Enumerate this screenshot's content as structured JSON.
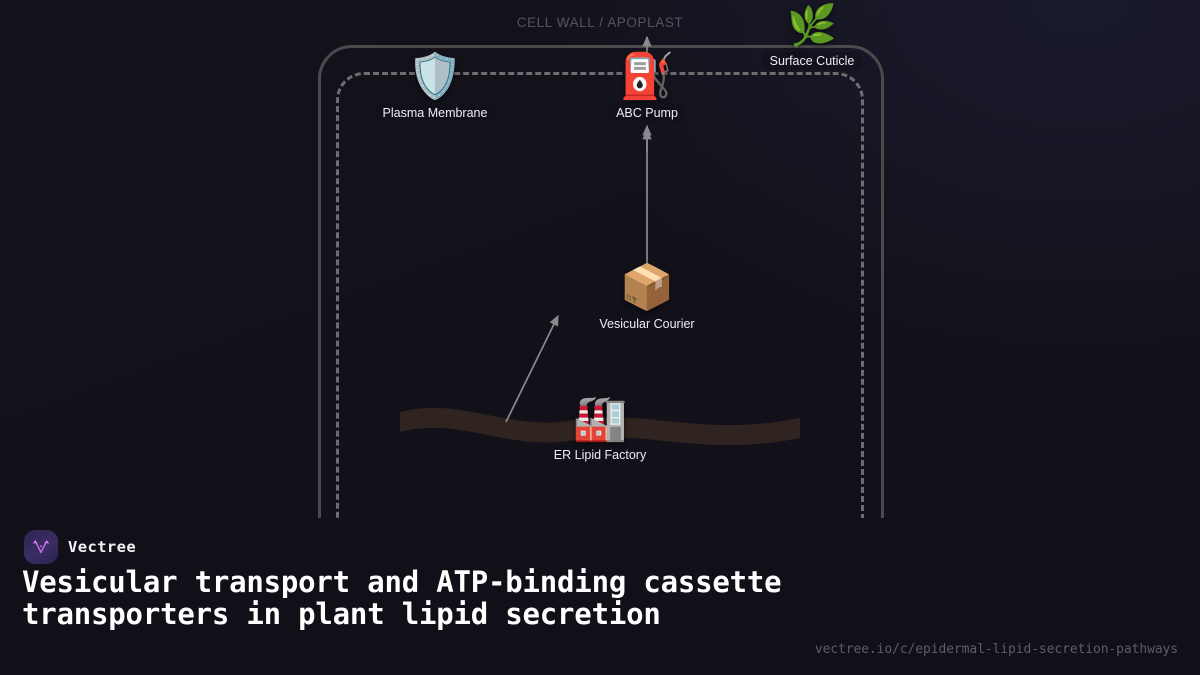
{
  "canvas": {
    "zone_label": "CELL WALL / APOPLAST",
    "background_color": "#15141c",
    "cell_outline_color": "#4a4a4d",
    "cell_dashed_color": "#6d6d70",
    "er_band_color": "#2f241f",
    "edge_color": "#8a8a8e"
  },
  "nodes": [
    {
      "id": "surface-cuticle",
      "label": "Surface Cuticle",
      "icon": "herb-icon",
      "glyph": "🌿"
    },
    {
      "id": "plasma-membrane",
      "label": "Plasma Membrane",
      "icon": "shield-icon",
      "glyph": "🛡️"
    },
    {
      "id": "abc-pump",
      "label": "ABC Pump",
      "icon": "fuel-pump-icon",
      "glyph": "⛽"
    },
    {
      "id": "vesicular-courier",
      "label": "Vesicular Courier",
      "icon": "package-icon",
      "glyph": "📦"
    },
    {
      "id": "er-lipid-factory",
      "label": "ER Lipid Factory",
      "icon": "factory-icon",
      "glyph": "🏭"
    }
  ],
  "edges": [
    {
      "id": "er-to-vesicle",
      "from": "er-lipid-factory",
      "to": "vesicular-courier"
    },
    {
      "id": "vesicle-to-pump",
      "from": "vesicular-courier",
      "to": "abc-pump"
    },
    {
      "id": "pump-to-apoplast",
      "from": "abc-pump",
      "to": "cell-wall-apoplast"
    }
  ],
  "footer": {
    "brand_name": "Vectree",
    "brand_mark": "vectree-logo-icon",
    "brand_accent": "#c46bf0",
    "headline": "Vesicular transport and ATP-binding cassette transporters in plant lipid secretion",
    "url": "vectree.io/c/epidermal-lipid-secretion-pathways"
  }
}
